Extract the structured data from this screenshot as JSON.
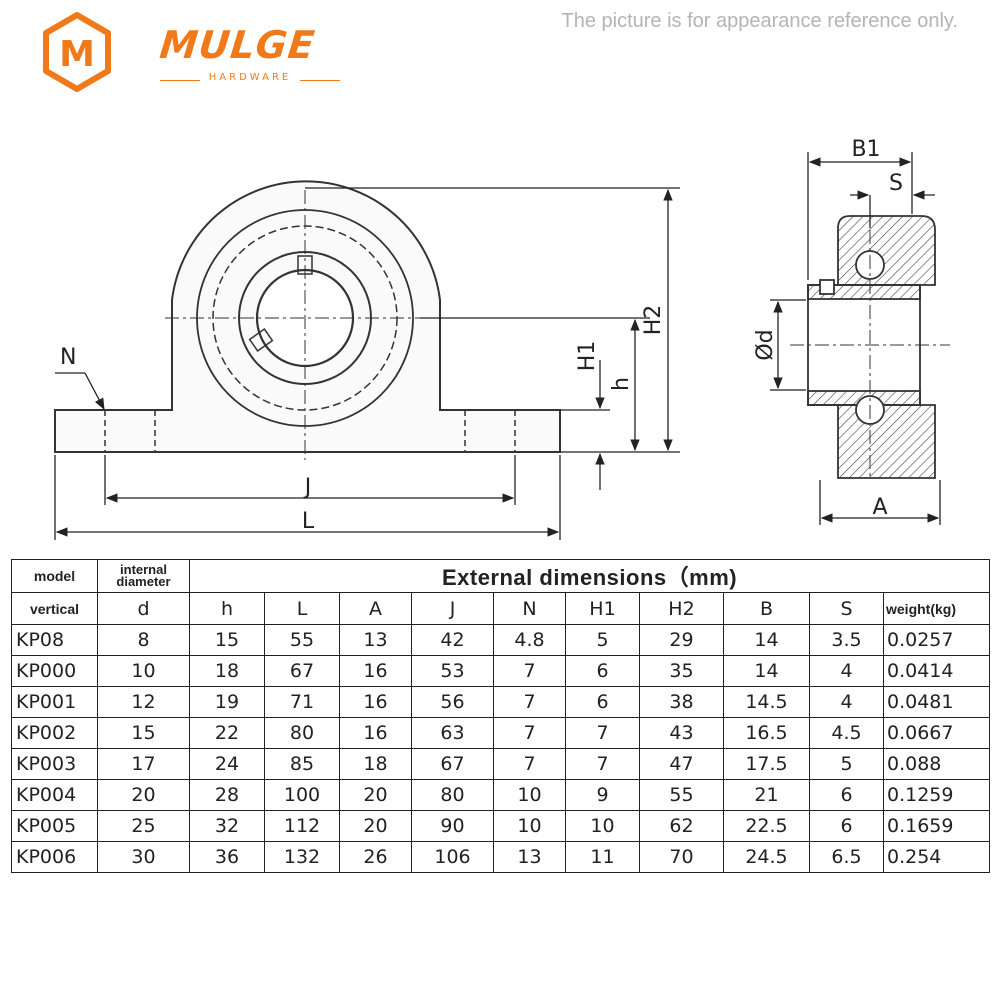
{
  "brand": {
    "name": "MULGE",
    "sub": "HARDWARE",
    "logo_letter": "M",
    "accent_color": "#f07a1a"
  },
  "disclaimer": "The picture is for appearance reference only.",
  "drawing": {
    "labels": {
      "N": "N",
      "H1": "H1",
      "h": "h",
      "H2": "H2",
      "J": "J",
      "L": "L",
      "B1": "B1",
      "S": "S",
      "d": "Ød",
      "A": "A"
    }
  },
  "table": {
    "model_header": "model",
    "internal_line1": "internal",
    "internal_line2": "diameter",
    "external_title": "External dimensions（mm)",
    "vertical_label": "vertical",
    "weight_header": "weight(kg)",
    "symbols": [
      "d",
      "h",
      "L",
      "A",
      "J",
      "N",
      "H1",
      "H2",
      "B",
      "S"
    ],
    "rows": [
      {
        "model": "KP08",
        "values": [
          "8",
          "15",
          "55",
          "13",
          "42",
          "4.8",
          "5",
          "29",
          "14",
          "3.5",
          "0.0257"
        ]
      },
      {
        "model": "KP000",
        "values": [
          "10",
          "18",
          "67",
          "16",
          "53",
          "7",
          "6",
          "35",
          "14",
          "4",
          "0.0414"
        ]
      },
      {
        "model": "KP001",
        "values": [
          "12",
          "19",
          "71",
          "16",
          "56",
          "7",
          "6",
          "38",
          "14.5",
          "4",
          "0.0481"
        ]
      },
      {
        "model": "KP002",
        "values": [
          "15",
          "22",
          "80",
          "16",
          "63",
          "7",
          "7",
          "43",
          "16.5",
          "4.5",
          "0.0667"
        ]
      },
      {
        "model": "KP003",
        "values": [
          "17",
          "24",
          "85",
          "18",
          "67",
          "7",
          "7",
          "47",
          "17.5",
          "5",
          "0.088"
        ]
      },
      {
        "model": "KP004",
        "values": [
          "20",
          "28",
          "100",
          "20",
          "80",
          "10",
          "9",
          "55",
          "21",
          "6",
          "0.1259"
        ]
      },
      {
        "model": "KP005",
        "values": [
          "25",
          "32",
          "112",
          "20",
          "90",
          "10",
          "10",
          "62",
          "22.5",
          "6",
          "0.1659"
        ]
      },
      {
        "model": "KP006",
        "values": [
          "30",
          "36",
          "132",
          "26",
          "106",
          "13",
          "11",
          "70",
          "24.5",
          "6.5",
          "0.254"
        ]
      }
    ]
  }
}
